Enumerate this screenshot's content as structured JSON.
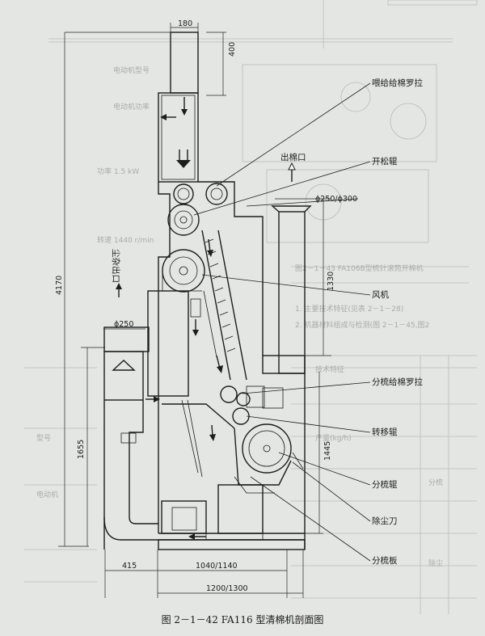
{
  "figure": {
    "caption": "图 2－1－42   FA116 型清棉机剖面图"
  },
  "labels": {
    "feed_roller": "喂给给棉罗拉",
    "opener_roller": "开松辊",
    "fan": "风机",
    "carding_feed_roller": "分梳给棉罗拉",
    "transfer_roller": "转移辊",
    "carding_roller": "分梳辊",
    "dust_knife": "除尘刀",
    "carding_plate": "分梳板",
    "cotton_outlet": "出棉口",
    "trash_outlet": "尘杂出口"
  },
  "dimensions": {
    "top_width": "180",
    "top_height": "400",
    "total_height": "4170",
    "fan_dia": "ϕ250/ϕ300",
    "right_height": "1330",
    "inlet_dia": "ϕ250",
    "left_height": "1655",
    "lower_height": "1445",
    "bottom_left": "415",
    "bottom_mid": "1040/1140",
    "bottom_total": "1200/1300"
  },
  "icons": [
    "arrow-down-icon",
    "arrow-up-icon",
    "arrow-left-icon",
    "arrow-right-icon"
  ]
}
